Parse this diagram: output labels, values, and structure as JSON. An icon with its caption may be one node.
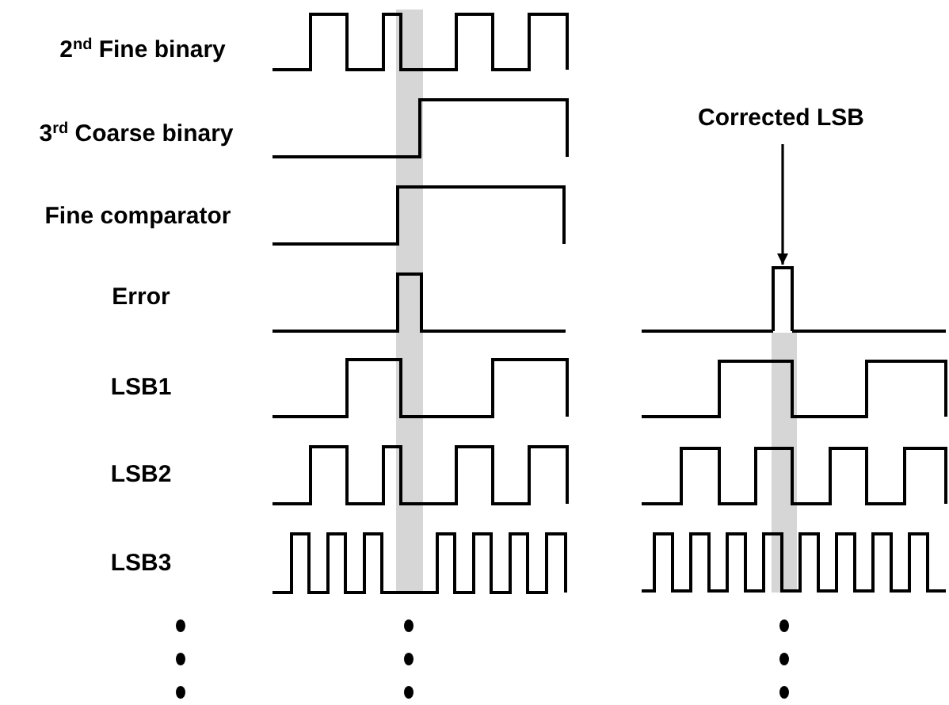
{
  "diagram": {
    "nodes": [
      {
        "text": [
          "Corrected LSB"
        ]
      },
      {
        "text": [],
        "shape": "picture"
      }
    ],
    "edges": [
      {
        "from": 0,
        "to": 1,
        "arrow": "to"
      }
    ],
    "labels": [
      "2$^{nd}$ Fine binary",
      "3$^{rd}$ Coarse binary",
      "Fine comparator",
      "Error",
      "LSB1",
      "LSB2",
      "LSB3"
    ]
  }
}
